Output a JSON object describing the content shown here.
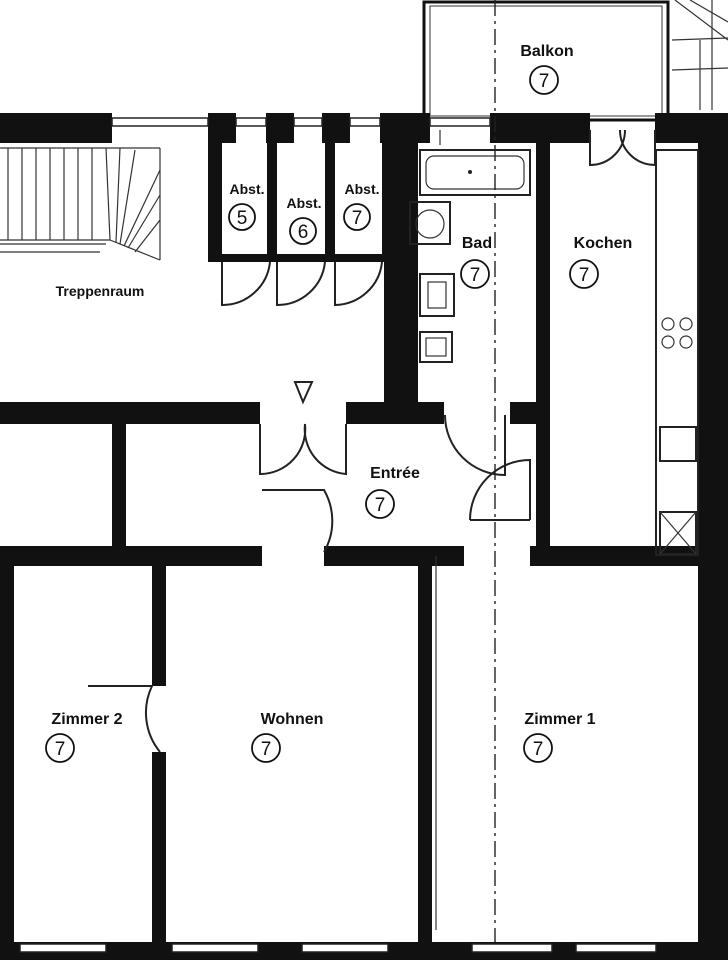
{
  "rooms": [
    {
      "id": "balkon",
      "name": "Balkon",
      "number": "7"
    },
    {
      "id": "abst5",
      "name": "Abst.",
      "number": "5"
    },
    {
      "id": "abst6",
      "name": "Abst.",
      "number": "6"
    },
    {
      "id": "abst7",
      "name": "Abst.",
      "number": "7"
    },
    {
      "id": "bad",
      "name": "Bad",
      "number": "7"
    },
    {
      "id": "kochen",
      "name": "Kochen",
      "number": "7"
    },
    {
      "id": "treppenraum",
      "name": "Treppenraum",
      "number": ""
    },
    {
      "id": "entree",
      "name": "Entrée",
      "number": "7"
    },
    {
      "id": "zimmer2",
      "name": "Zimmer 2",
      "number": "7"
    },
    {
      "id": "wohnen",
      "name": "Wohnen",
      "number": "7"
    },
    {
      "id": "zimmer1",
      "name": "Zimmer 1",
      "number": "7"
    }
  ]
}
